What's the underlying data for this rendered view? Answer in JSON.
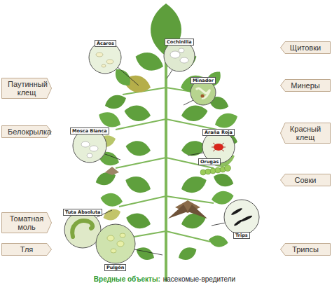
{
  "diagram": {
    "caption": "Вредные объекты:",
    "nodes": [
      {
        "text": [
          "Ácaros"
        ]
      },
      {
        "text": [
          "Cochinilla"
        ]
      },
      {
        "text": [
          "Щитовки"
        ]
      },
      {
        "text": [
          "Паутинный клещ"
        ]
      },
      {
        "text": [
          "Минеры"
        ]
      },
      {
        "text": [
          "Minador"
        ]
      },
      {
        "text": [
          "Mosca Blanca"
        ]
      },
      {
        "text": [
          "Белокрылка"
        ]
      },
      {
        "text": [
          "Araña Roja"
        ]
      },
      {
        "text": [
          "Красный клещ"
        ]
      },
      {
        "text": [
          "Orugas"
        ]
      },
      {
        "text": [
          "Совки"
        ]
      },
      {
        "text": [
          "Tuta Absoluta"
        ]
      },
      {
        "text": [
          "Томатная моль"
        ]
      },
      {
        "text": [
          "Trips"
        ]
      },
      {
        "text": [
          "Тля"
        ]
      },
      {
        "text": [
          "Трипсы"
        ]
      },
      {
        "text": [
          "Pulgón"
        ]
      }
    ],
    "labels": [
      "насекомые-вредители"
    ]
  }
}
